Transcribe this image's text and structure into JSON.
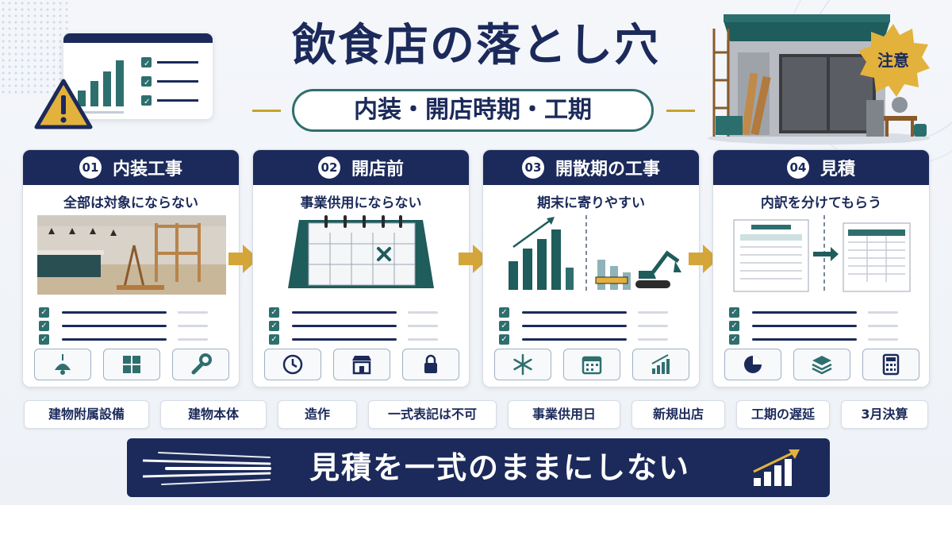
{
  "title": "飲食店の落とし穴",
  "subtitle": "内装・開店時期・工期",
  "badge": "注意",
  "colors": {
    "navy": "#1b2a5a",
    "teal": "#2e6f6e",
    "gold": "#c9a227"
  },
  "cards": [
    {
      "num": "01",
      "title": "内装工事",
      "subtitle": "全部は対象にならない",
      "icons": [
        "pendant-lamp-icon",
        "window-grid-icon",
        "wrench-icon"
      ]
    },
    {
      "num": "02",
      "title": "開店前",
      "subtitle": "事業供用にならない",
      "icons": [
        "clock-icon",
        "storefront-icon",
        "lock-icon"
      ]
    },
    {
      "num": "03",
      "title": "開散期の工事",
      "subtitle": "期末に寄りやすい",
      "icons": [
        "snowflake-icon",
        "calendar-icon",
        "trend-chart-icon"
      ]
    },
    {
      "num": "04",
      "title": "見積",
      "subtitle": "内訳を分けてもらう",
      "icons": [
        "pie-chart-icon",
        "layers-icon",
        "calculator-icon"
      ]
    }
  ],
  "tags": [
    "建物附属設備",
    "建物本体",
    "造作",
    "一式表記は不可",
    "事業供用日",
    "新規出店",
    "工期の遅延",
    "3月決算"
  ],
  "banner": "見積を一式のままにしない"
}
